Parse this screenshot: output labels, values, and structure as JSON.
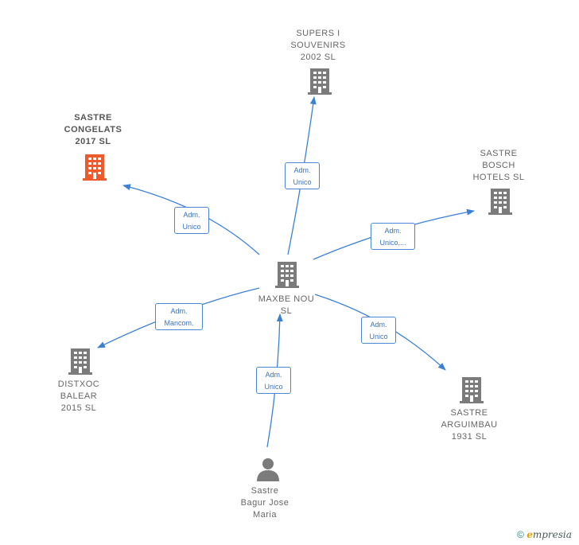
{
  "colors": {
    "edge": "#3a80d6",
    "building": "#7b7b7b",
    "building_highlight": "#ee5a2c",
    "person": "#7b7b7b"
  },
  "nodes": {
    "center": {
      "lines": [
        "MAXBE NOU",
        "SL"
      ],
      "icon": "building-icon"
    },
    "supers": {
      "lines": [
        "SUPERS I",
        "SOUVENIRS",
        "2002  SL"
      ],
      "icon": "building-icon"
    },
    "congelats": {
      "lines": [
        "SASTRE",
        "CONGELATS",
        "2017  SL"
      ],
      "icon": "building-icon"
    },
    "bosch": {
      "lines": [
        "SASTRE",
        "BOSCH",
        "HOTELS  SL"
      ],
      "icon": "building-icon"
    },
    "distxoc": {
      "lines": [
        "DISTXOC",
        "BALEAR",
        "2015  SL"
      ],
      "icon": "building-icon"
    },
    "arguimbau": {
      "lines": [
        "SASTRE",
        "ARGUIMBAU",
        "1931  SL"
      ],
      "icon": "building-icon"
    },
    "person": {
      "lines": [
        "Sastre",
        "Bagur Jose",
        "Maria"
      ],
      "icon": "person-icon"
    }
  },
  "edges": {
    "supers": [
      "Adm.",
      "Unico"
    ],
    "congelats": [
      "Adm.",
      "Unico"
    ],
    "bosch": [
      "Adm.",
      "Unico,..."
    ],
    "distxoc": [
      "Adm.",
      "Mancom."
    ],
    "arguimbau": [
      "Adm.",
      "Unico"
    ],
    "person": [
      "Adm.",
      "Unico"
    ]
  },
  "footer": {
    "copyright": "©",
    "brand_first": "e",
    "brand_rest": "mpresia"
  }
}
